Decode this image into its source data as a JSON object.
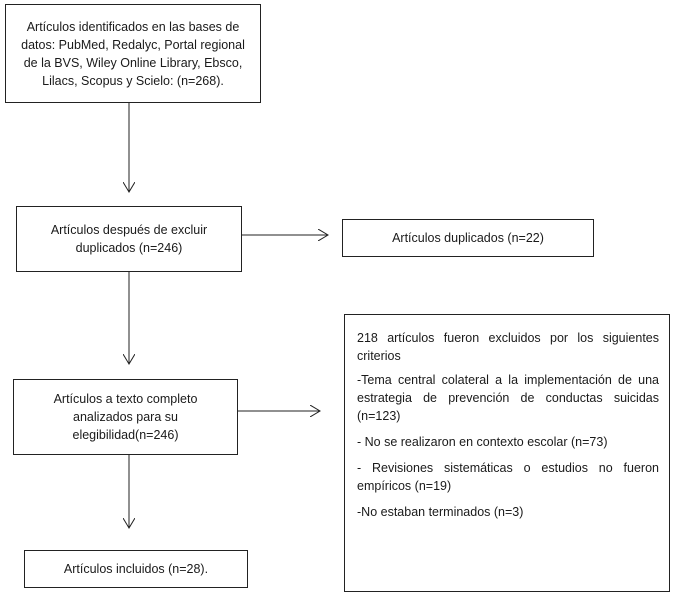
{
  "boxes": {
    "identified": "Artículos identificados en las bases de datos: PubMed, Redalyc, Portal regional de la BVS, Wiley Online Library, Ebsco, Lilacs, Scopus y Scielo: (n=268).",
    "after_duplicates": "Artículos después de excluir duplicados (n=246)",
    "duplicates": "Artículos duplicados (n=22)",
    "fulltext": "Artículos a texto completo analizados para su elegibilidad(n=246)",
    "included": "Artículos incluidos (n=28).",
    "excluded": {
      "intro": "218 artículos fueron excluidos por los siguientes criterios",
      "criteria": [
        "-Tema central colateral a la implementación de una estrategia de prevención de conductas suicidas (n=123)",
        "- No se realizaron en contexto escolar (n=73)",
        "- Revisiones sistemáticas o estudios no fueron empíricos (n=19)",
        "-No estaban terminados (n=3)"
      ]
    }
  }
}
